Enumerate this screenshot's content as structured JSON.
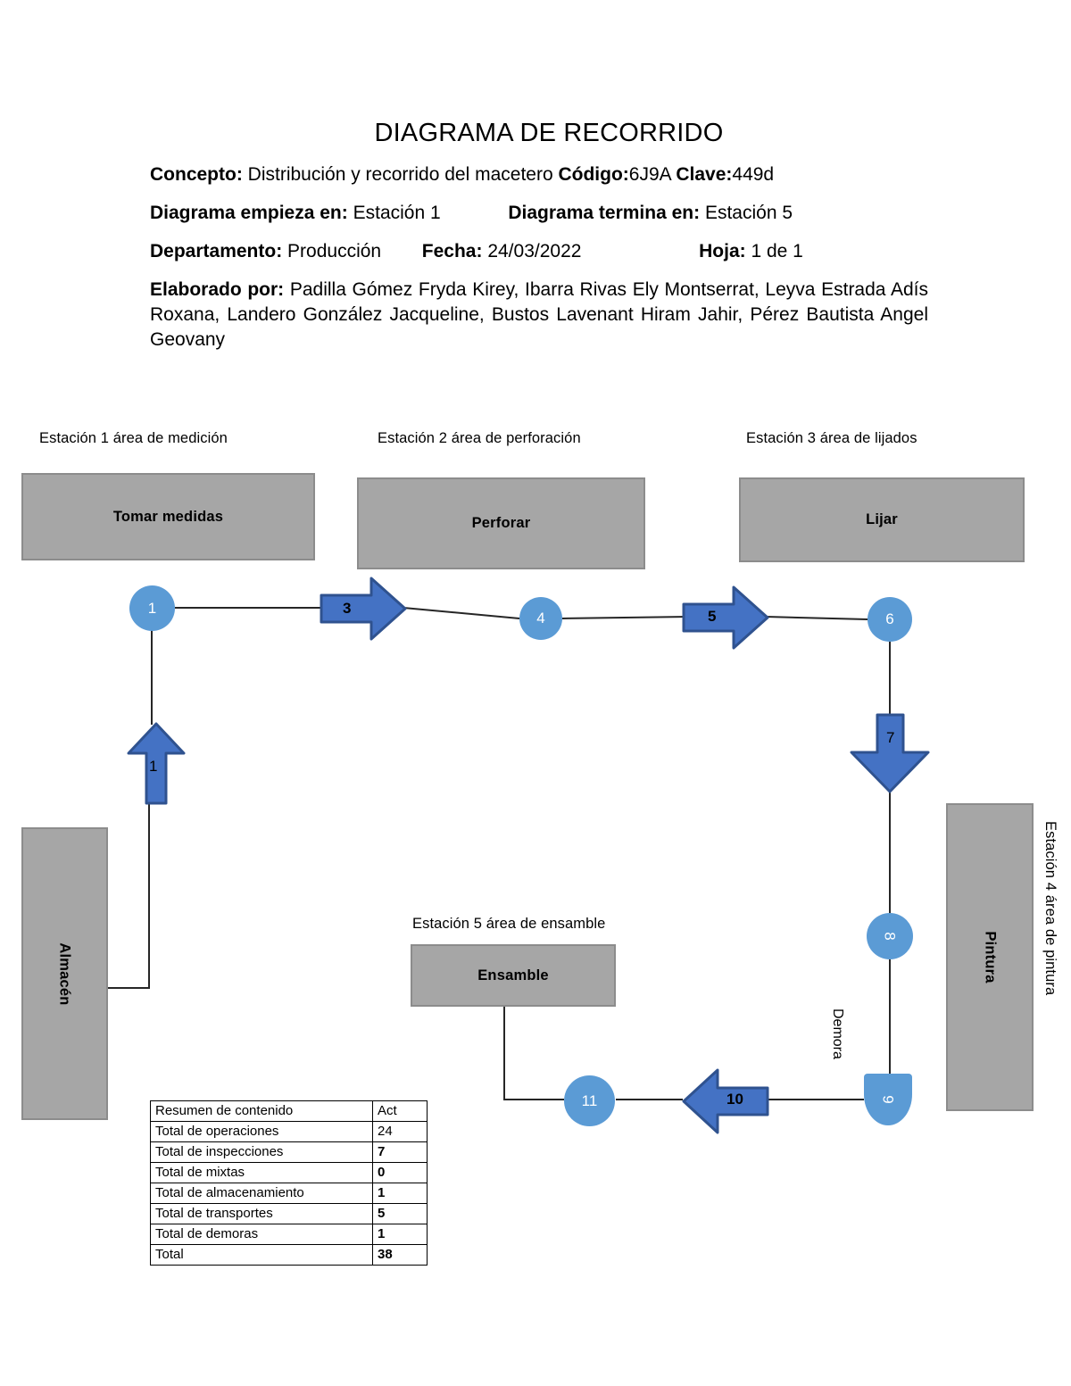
{
  "header": {
    "title": "DIAGRAMA DE RECORRIDO",
    "concepto_label": "Concepto:",
    "concepto_value": "Distribución y recorrido del macetero",
    "codigo_label": "Código:",
    "codigo_value": "6J9A",
    "clave_label": "Clave:",
    "clave_value": "449d",
    "empieza_label": "Diagrama empieza en:",
    "empieza_value": "Estación 1",
    "termina_label": "Diagrama termina en:",
    "termina_value": "Estación 5",
    "departamento_label": "Departamento:",
    "departamento_value": "Producción",
    "fecha_label": "Fecha:",
    "fecha_value": "24/03/2022",
    "hoja_label": "Hoja:",
    "hoja_value": "1 de 1",
    "elaborado_label": "Elaborado por:",
    "elaborado_value": "Padilla Gómez Fryda Kirey, Ibarra Rivas Ely Montserrat, Leyva Estrada Adís Roxana, Landero González Jacqueline, Bustos Lavenant Hiram Jahir, Pérez Bautista Angel Geovany"
  },
  "stations": [
    {
      "caption": "Estación 1 área de medición",
      "box_label": "Tomar medidas"
    },
    {
      "caption": "Estación 2 área de perforación",
      "box_label": "Perforar"
    },
    {
      "caption": "Estación 3 área de lijados",
      "box_label": "Lijar"
    },
    {
      "caption": "Estación 4 área de pintura",
      "box_label": "Pintura"
    },
    {
      "caption": "Estación 5 área de ensamble",
      "box_label": "Ensamble"
    }
  ],
  "warehouse": {
    "box_label": "Almacén"
  },
  "delay_text": "Demora",
  "nodes": {
    "n1": "1",
    "n4": "4",
    "n6": "6",
    "n8": "8",
    "n9": "9",
    "n11": "11"
  },
  "transports": {
    "t1": "1",
    "t3": "3",
    "t5": "5",
    "t7": "7",
    "t10": "10"
  },
  "summary": {
    "rows": [
      {
        "label": "Resumen de contenido",
        "value": "Act",
        "bold": false
      },
      {
        "label": "Total de operaciones",
        "value": "24",
        "bold": false
      },
      {
        "label": "Total de inspecciones",
        "value": "7",
        "bold": true
      },
      {
        "label": "Total de mixtas",
        "value": "0",
        "bold": true
      },
      {
        "label": "Total de almacenamiento",
        "value": "1",
        "bold": true
      },
      {
        "label": "Total de transportes",
        "value": "5",
        "bold": true
      },
      {
        "label": "Total de demoras",
        "value": "1",
        "bold": true
      },
      {
        "label": "Total",
        "value": "38",
        "bold": true
      }
    ]
  },
  "colors": {
    "node_blue": "#5b9bd5",
    "arrow_blue": "#4472c4",
    "arrow_border": "#2f528f",
    "area_gray": "#a6a6a6",
    "area_gray_border": "#8c8c8c",
    "connector": "#262626"
  }
}
